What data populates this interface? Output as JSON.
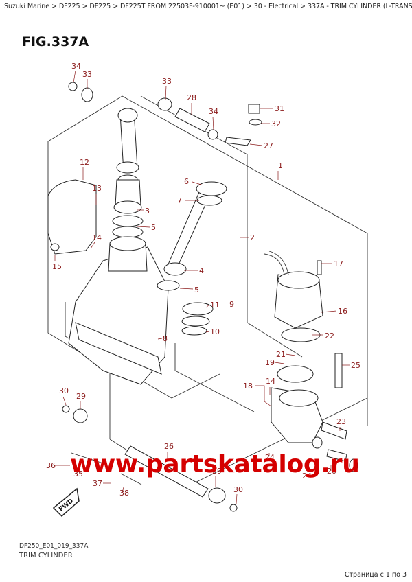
{
  "breadcrumb": "Suzuki Marine > DF225 > DF225 > DF225T FROM 22503F-910001~ (E01) > 30 - Electrical > 337A - TRIM CYLINDER (L-TRANSOM)",
  "figure_title": "FIG.337A",
  "footer": {
    "model_code": "DF250_E01_019_337A",
    "name": "TRIM CYLINDER",
    "page_status": "Страница с 1 по 3"
  },
  "watermark": "www.partskatalog.ru",
  "direction_label": "FWD",
  "callouts": [
    "34",
    "33",
    "33",
    "28",
    "34",
    "31",
    "32",
    "27",
    "1",
    "12",
    "13",
    "6",
    "7",
    "3",
    "5",
    "14",
    "15",
    "2",
    "4",
    "5",
    "17",
    "11",
    "9",
    "10",
    "16",
    "22",
    "8",
    "21",
    "19",
    "25",
    "18",
    "14",
    "30",
    "29",
    "23",
    "26",
    "36",
    "35",
    "24",
    "24",
    "37",
    "38",
    "29",
    "30",
    "20"
  ]
}
